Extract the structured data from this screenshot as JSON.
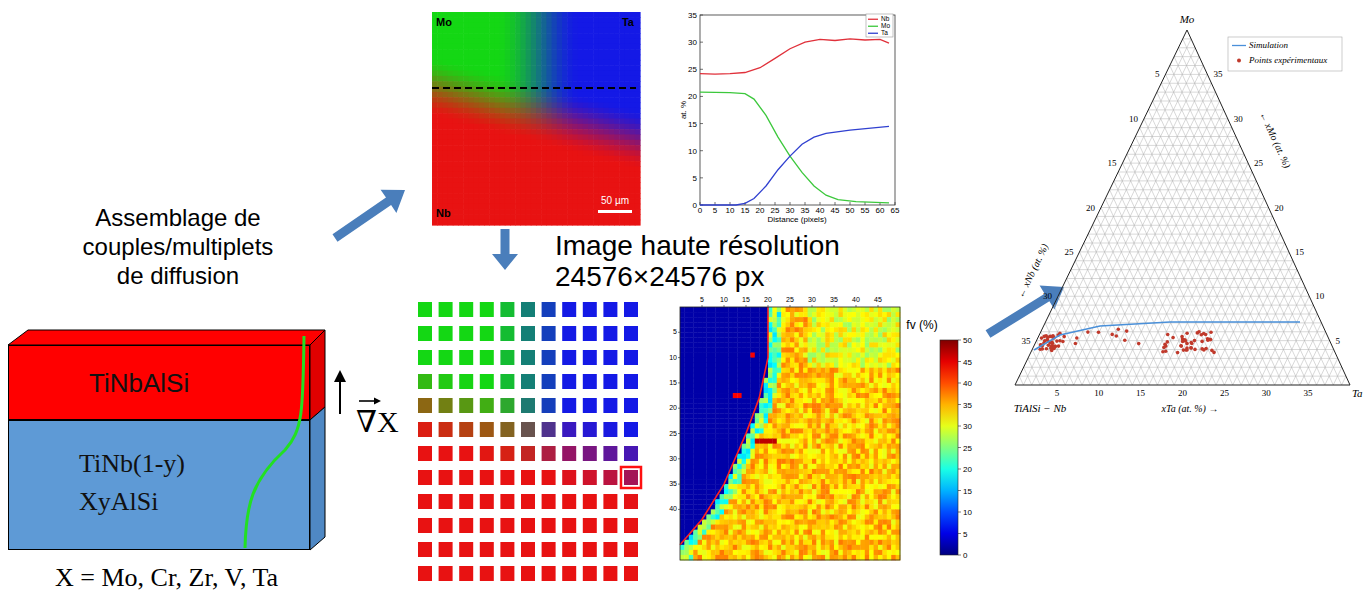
{
  "diagram": {
    "nodes": [
      {
        "text": [
          "TiNbAlSi"
        ]
      },
      {
        "text": [
          "TiNb(1-y) XyAlSi"
        ]
      }
    ],
    "labels": [
      "Assemblage de couples/multiplets de diffusion",
      "∇X",
      "X = Mo, Cr, Zr, V, Ta",
      "Mo",
      "Ta",
      "Nb",
      "50 µm",
      "Image haute résolution 24576×24576 px",
      "0",
      "5",
      "10",
      "15",
      "20",
      "25",
      "30",
      "35",
      "0",
      "5",
      "10",
      "15",
      "20",
      "25",
      "30",
      "35",
      "40",
      "45",
      "50",
      "55",
      "60",
      "65",
      "Distance (pixels)",
      "at. %",
      "5",
      "10",
      "15",
      "20",
      "25",
      "30",
      "35",
      "40",
      "45",
      "5",
      "10",
      "15",
      "20",
      "25",
      "30",
      "35",
      "40",
      "fv (%)",
      "50",
      "45",
      "40",
      "35",
      "30",
      "25",
      "20",
      "15",
      "10",
      "5",
      "0",
      "Mo",
      "TiAlSi − Nb",
      "Ta",
      "← xNb (at. %)",
      "← xMo (at. %)",
      "xTa (at. %) →",
      "5",
      "10",
      "15",
      "20",
      "25",
      "30",
      "35",
      "5",
      "10",
      "15",
      "20",
      "25",
      "30",
      "35",
      "5",
      "10",
      "15",
      "20",
      "25",
      "30",
      "35"
    ],
    "legend": [
      {
        "text": "Nb"
      },
      {
        "text": "Mo"
      },
      {
        "text": "Ta"
      },
      {
        "text": "Simulation"
      },
      {
        "text": "Points expérimentaux"
      }
    ]
  }
}
